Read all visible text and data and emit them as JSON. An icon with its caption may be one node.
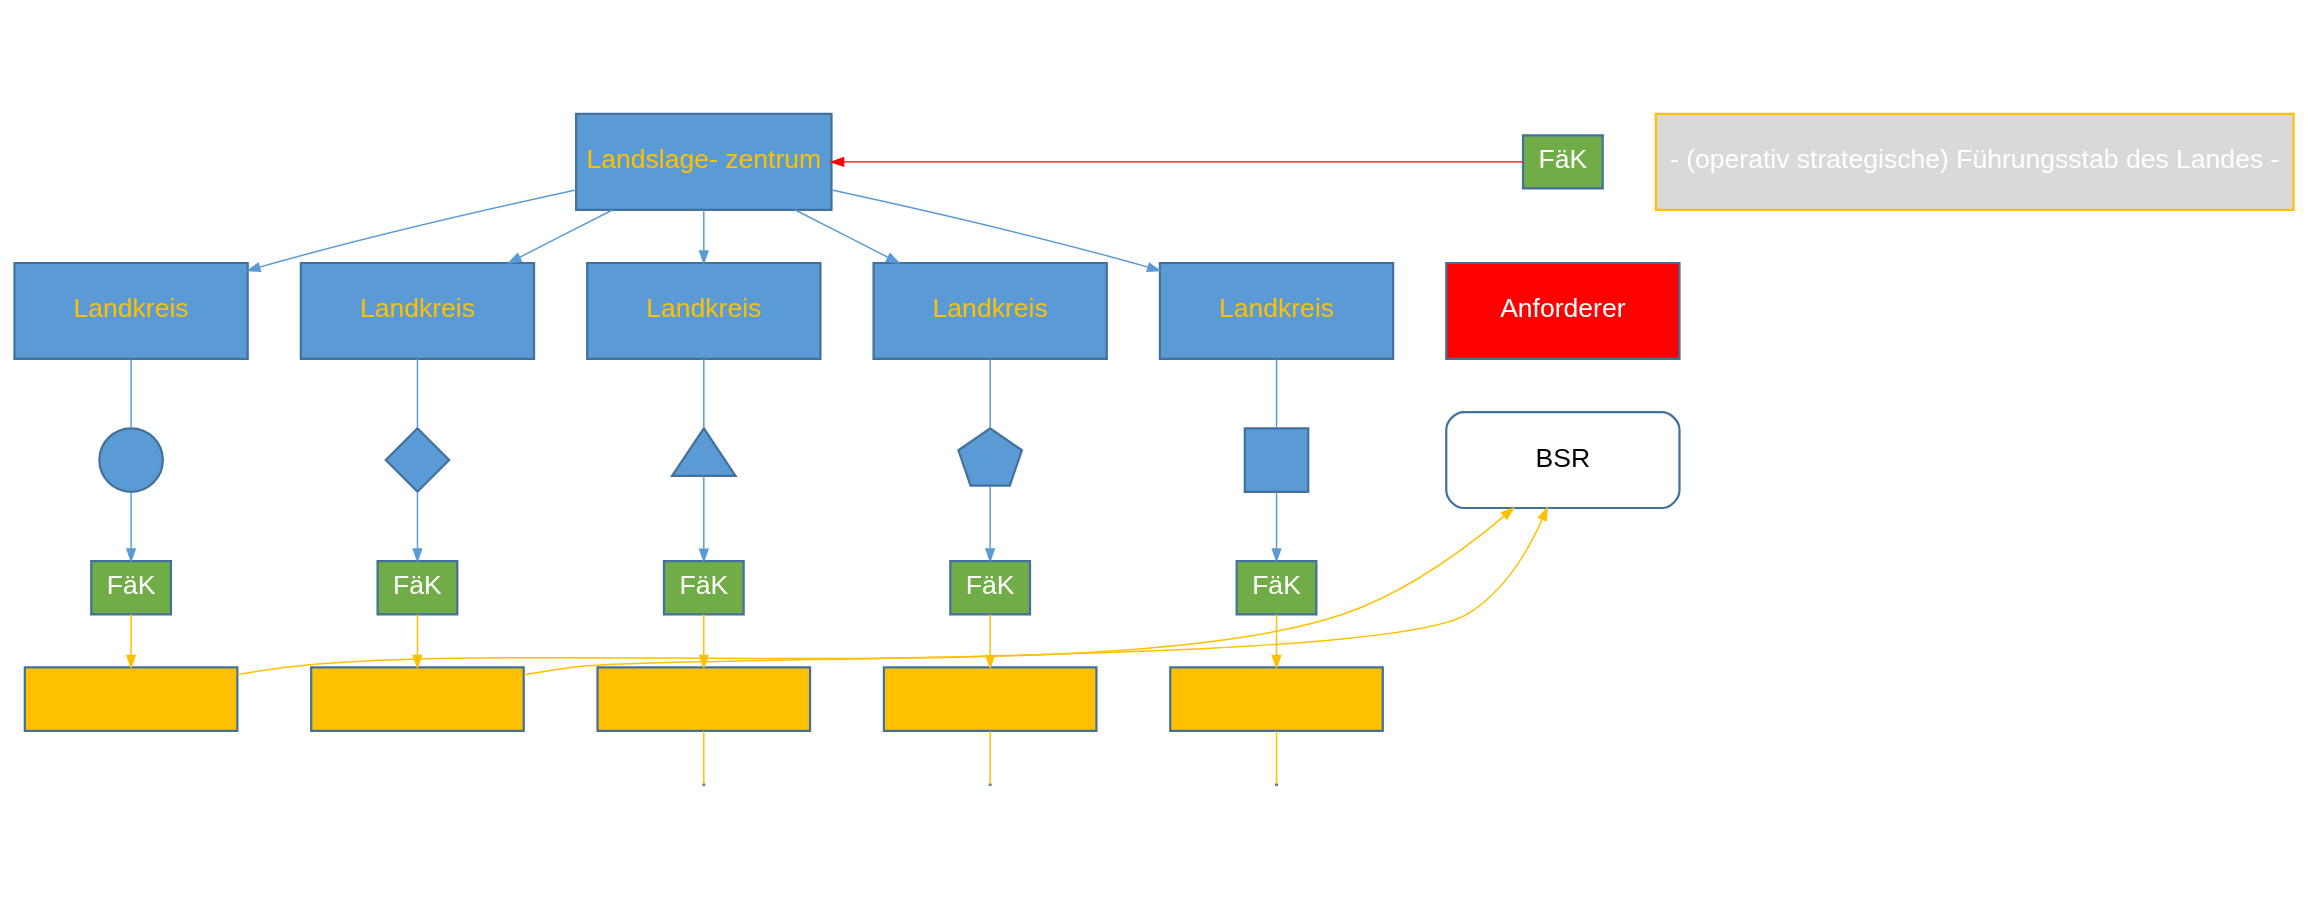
{
  "diagram": {
    "nodes": [
      {
        "text": [
          "Landslage- zentrum"
        ]
      },
      {
        "text": [
          "- (operativ strategische) Führungsstab des Landes -"
        ]
      },
      {
        "text": [
          "FäK"
        ]
      },
      {
        "text": [
          "Anforderer"
        ]
      },
      {
        "text": [
          "BSR"
        ]
      },
      {
        "text": [
          "Landkreis"
        ]
      },
      {
        "text": [
          "Landkreis"
        ]
      },
      {
        "text": [
          "Landkreis"
        ]
      },
      {
        "text": [
          "Landkreis"
        ]
      },
      {
        "text": [
          "Landkreis"
        ]
      },
      {
        "text": [],
        "shape": "circle"
      },
      {
        "text": [],
        "shape": "diamond"
      },
      {
        "text": [],
        "shape": "triangle"
      },
      {
        "text": [],
        "shape": "pentagon"
      },
      {
        "text": [],
        "shape": "box"
      },
      {
        "text": [
          "FäK"
        ]
      },
      {
        "text": [
          "FäK"
        ]
      },
      {
        "text": [
          "FäK"
        ]
      },
      {
        "text": [
          "FäK"
        ]
      },
      {
        "text": [
          "FäK"
        ]
      },
      {
        "text": [],
        "shape": "box"
      },
      {
        "text": [],
        "shape": "box"
      },
      {
        "text": [],
        "shape": "box"
      },
      {
        "text": [],
        "shape": "box"
      },
      {
        "text": [],
        "shape": "box"
      }
    ],
    "edges": [
      {
        "from": 2,
        "to": 0,
        "arrow": "to",
        "color": "#ff0000"
      },
      {
        "from": 0,
        "to": 5,
        "arrow": "to"
      },
      {
        "from": 0,
        "to": 6,
        "arrow": "to"
      },
      {
        "from": 0,
        "to": 7,
        "arrow": "to"
      },
      {
        "from": 0,
        "to": 8,
        "arrow": "to"
      },
      {
        "from": 0,
        "to": 9,
        "arrow": "to"
      },
      {
        "from": 5,
        "to": 10,
        "arrow": "none"
      },
      {
        "from": 6,
        "to": 11,
        "arrow": "none"
      },
      {
        "from": 7,
        "to": 12,
        "arrow": "none"
      },
      {
        "from": 8,
        "to": 13,
        "arrow": "none"
      },
      {
        "from": 9,
        "to": 14,
        "arrow": "none"
      },
      {
        "from": 10,
        "to": 15,
        "arrow": "to"
      },
      {
        "from": 11,
        "to": 16,
        "arrow": "to"
      },
      {
        "from": 12,
        "to": 17,
        "arrow": "to"
      },
      {
        "from": 13,
        "to": 18,
        "arrow": "to"
      },
      {
        "from": 14,
        "to": 19,
        "arrow": "to"
      },
      {
        "from": 15,
        "to": 20,
        "arrow": "to",
        "color": "#ffc000"
      },
      {
        "from": 16,
        "to": 21,
        "arrow": "to",
        "color": "#ffc000"
      },
      {
        "from": 17,
        "to": 22,
        "arrow": "to",
        "color": "#ffc000"
      },
      {
        "from": 18,
        "to": 23,
        "arrow": "to",
        "color": "#ffc000"
      },
      {
        "from": 19,
        "to": 24,
        "arrow": "to",
        "color": "#ffc000"
      },
      {
        "from": 20,
        "to": 4,
        "arrow": "to",
        "color": "#ffc000"
      },
      {
        "from": 21,
        "to": 4,
        "arrow": "to",
        "color": "#ffc000"
      },
      {
        "from": 22,
        "to": null,
        "arrow": "none",
        "color": "#ffc000"
      },
      {
        "from": 23,
        "to": null,
        "arrow": "none",
        "color": "#ffc000"
      },
      {
        "from": 24,
        "to": null,
        "arrow": "none",
        "color": "#ffc000"
      }
    ]
  }
}
